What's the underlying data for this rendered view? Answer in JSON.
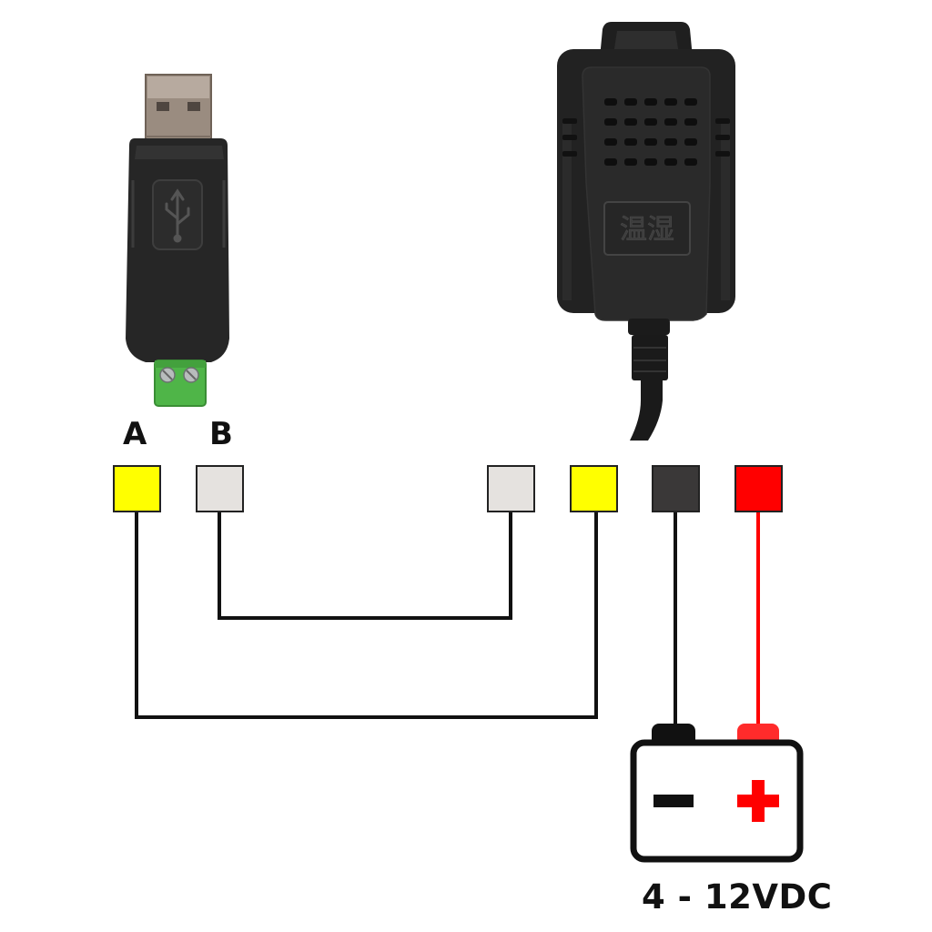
{
  "labels": {
    "terminal_a": "A",
    "terminal_b": "B",
    "voltage": "4 - 12VDC",
    "sensor_badge": "温湿"
  },
  "battery": {
    "minus_symbol": "negative-symbol",
    "plus_symbol": "positive-symbol"
  },
  "colors": {
    "wire_a": "#ffff00",
    "wire_b": "#e5e2df",
    "wire_ground": "#3a3838",
    "wire_power": "#ff0000",
    "usb_body": "#242424",
    "terminal_block": "#4fb548"
  },
  "icons": {
    "usb_logo": "usb-icon"
  }
}
